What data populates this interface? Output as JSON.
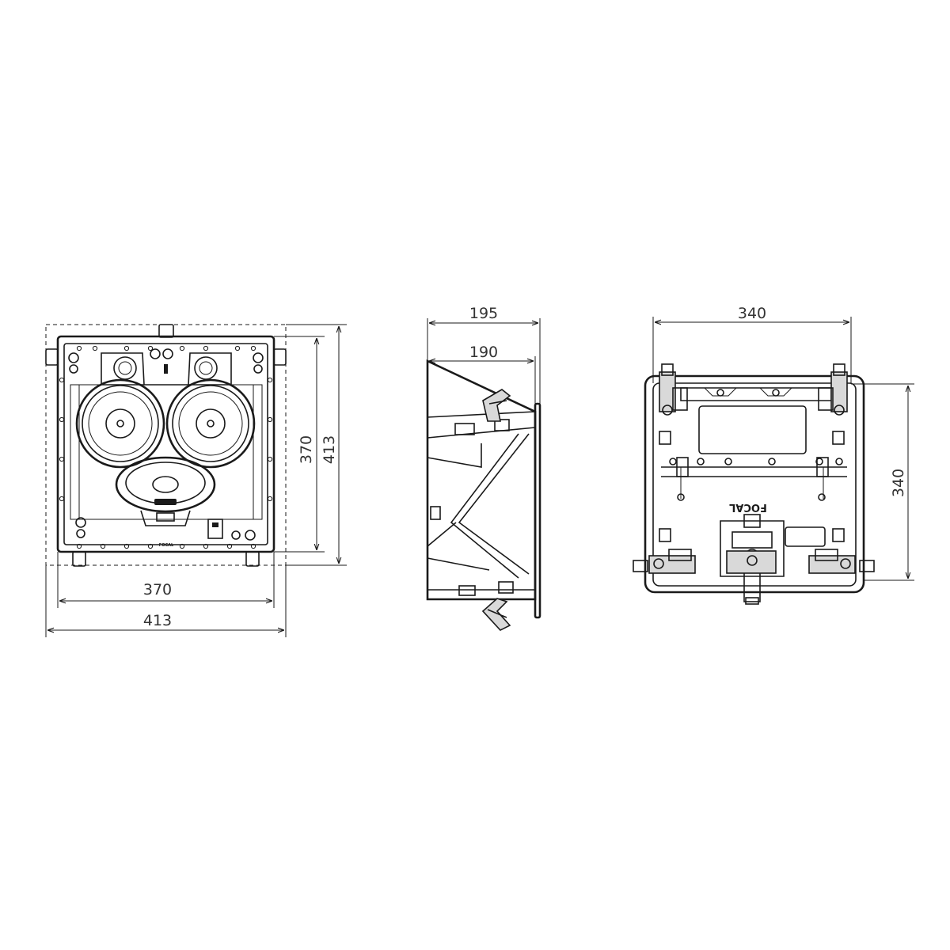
{
  "front_view": {
    "width_inner_label": "370",
    "width_outer_label": "413",
    "height_inner_label": "370",
    "height_outer_label": "413",
    "logo": "FOCAL"
  },
  "side_view": {
    "depth_outer_label": "195",
    "depth_inner_label": "190"
  },
  "back_view": {
    "width_label": "340",
    "height_label": "340",
    "logo": "FOCAL"
  }
}
